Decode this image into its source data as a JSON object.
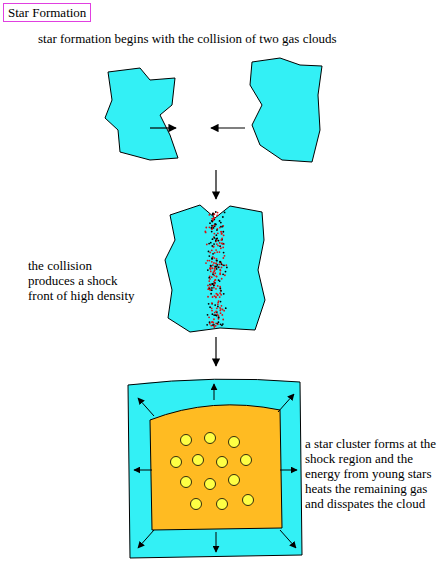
{
  "diagram": {
    "title": "Star Formation",
    "labels": [
      "star formation begins with the collision of two gas clouds",
      "the collision produces a shock front of high density",
      "a star cluster forms at the shock region and the energy from young stars heats the remaining gas and disspates the cloud"
    ]
  }
}
